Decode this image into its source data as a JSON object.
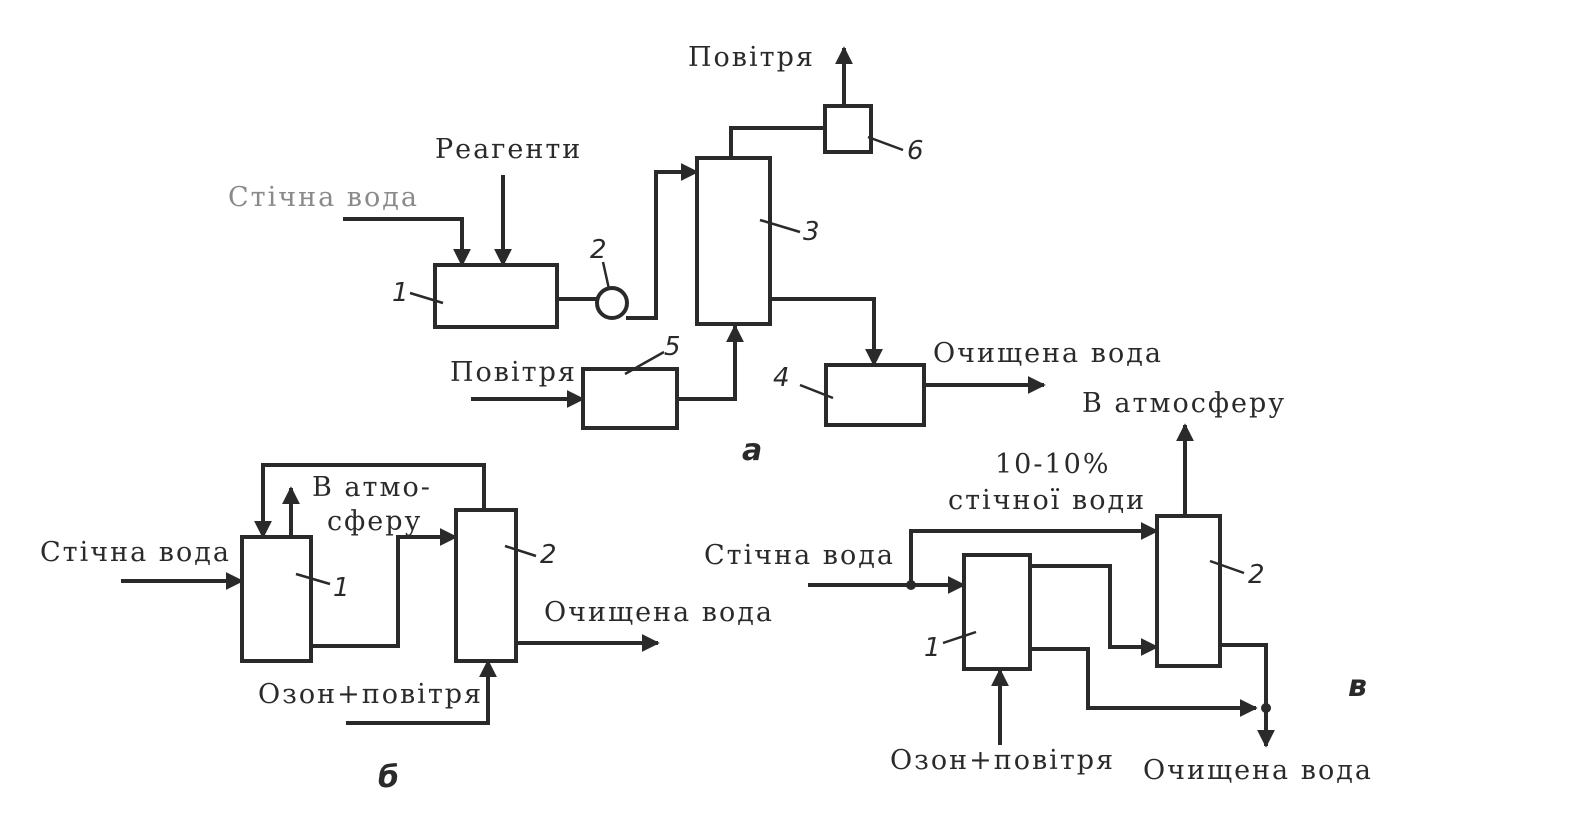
{
  "scheme_a": {
    "letter": "а",
    "labels": {
      "wastewater": "Стічна вода",
      "reagents": "Реагенти",
      "air_out": "Повітря",
      "air_in": "Повітря",
      "clean_water": "Очищена вода"
    },
    "numbers": [
      "1",
      "2",
      "3",
      "4",
      "5",
      "6"
    ]
  },
  "scheme_b": {
    "letter": "б",
    "labels": {
      "wastewater": "Стічна вода",
      "atmosphere_line1": "В атмо-",
      "atmosphere_line2": "сферу",
      "clean_water": "Очищена вода",
      "ozone_air": "Озон+повітря"
    },
    "numbers": [
      "1",
      "2"
    ]
  },
  "scheme_c": {
    "letter": "в",
    "labels": {
      "atmosphere": "В атмосферу",
      "fraction_line1": "10-10%",
      "fraction_line2": "стічної води",
      "wastewater": "Стічна вода",
      "ozone_air": "Озон+повітря",
      "clean_water": "Очищена вода"
    },
    "numbers": [
      "1",
      "2"
    ]
  },
  "colors": {
    "ink": "#2a2a2a",
    "faint": "#8a8a8a",
    "paper": "#ffffff"
  }
}
